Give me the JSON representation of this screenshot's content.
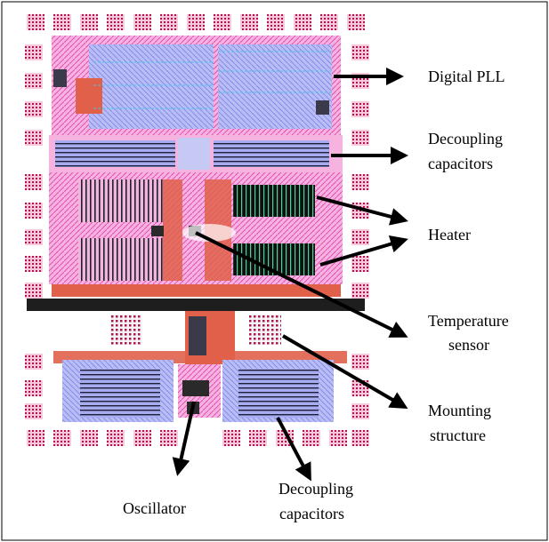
{
  "labels": {
    "digital_pll": "Digital PLL",
    "decoupling_top_1": "Decoupling",
    "decoupling_top_2": "capacitors",
    "heater": "Heater",
    "temp_sensor_1": "Temperature",
    "temp_sensor_2": "sensor",
    "mounting_1": "Mounting",
    "mounting_2": "structure",
    "oscillator": "Oscillator",
    "decoupling_bottom_1": "Decoupling",
    "decoupling_bottom_2": "capacitors"
  },
  "colors": {
    "pad": "#c2185b",
    "pad_fill": "#f3a5c8",
    "metal_pink": "#f06ec8",
    "metal_blue": "#9fa3f0",
    "metal_red": "#e0604a",
    "dark": "#1e1e1e",
    "cyan": "#41c6ef"
  }
}
